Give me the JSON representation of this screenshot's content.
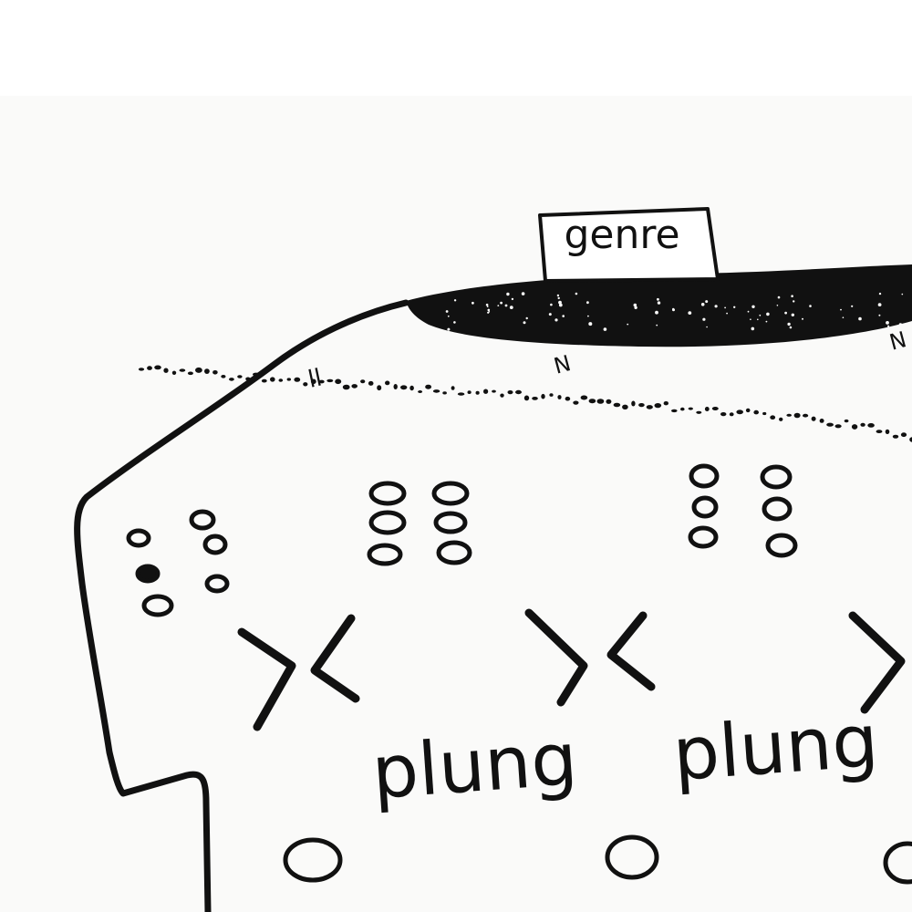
{
  "label_genre": "genre",
  "words": [
    "plung",
    "plung"
  ],
  "ticks": [
    "ll",
    "N",
    "N"
  ],
  "colors": {
    "ink": "#111111",
    "paper": "#fafaf9",
    "background": "#ffffff"
  }
}
